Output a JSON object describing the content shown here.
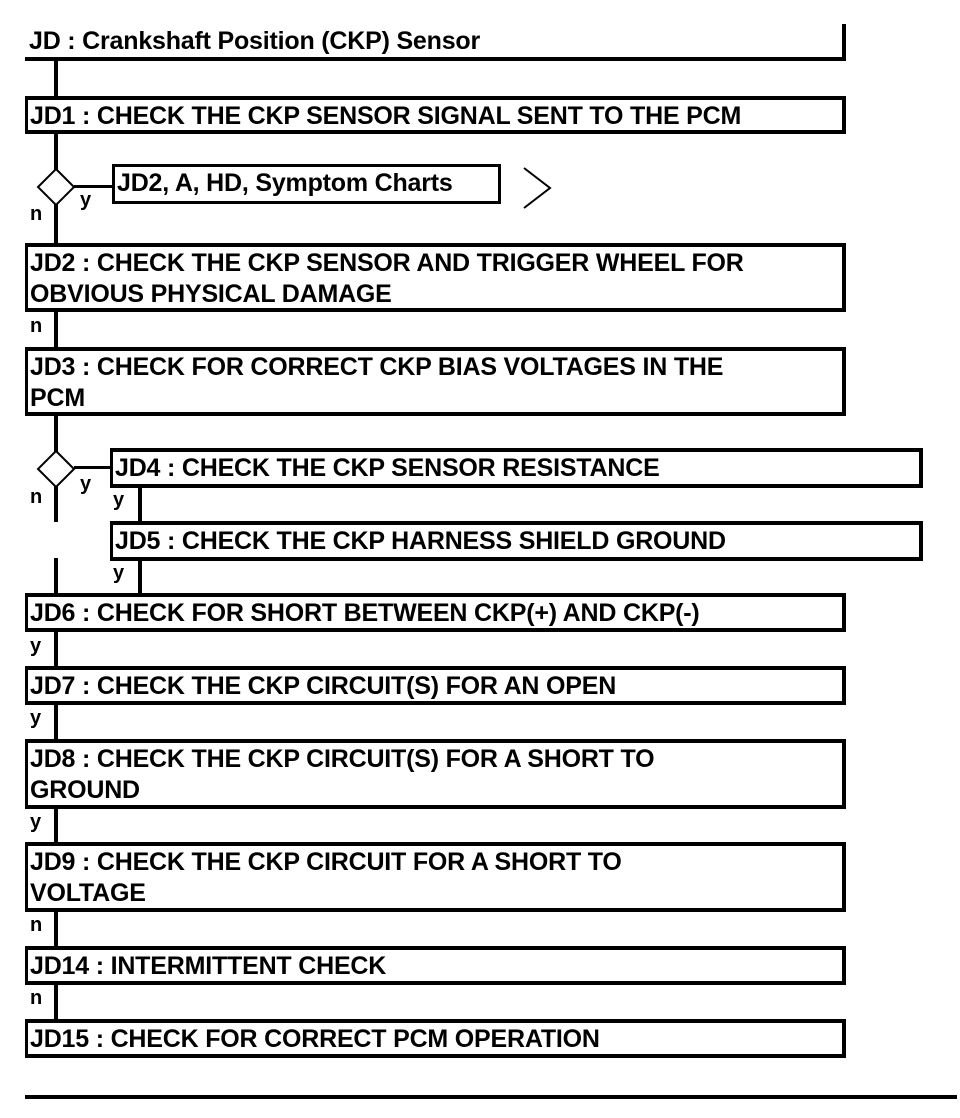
{
  "title": "JD : Crankshaft Position (CKP) Sensor",
  "steps": {
    "jd1": "JD1 : CHECK THE CKP SENSOR SIGNAL SENT TO THE PCM",
    "jd1_yes": "JD2, A, HD, Symptom Charts",
    "jd2_line1": "JD2 : CHECK THE CKP SENSOR AND TRIGGER WHEEL FOR",
    "jd2_line2": "OBVIOUS PHYSICAL DAMAGE",
    "jd3_line1": "JD3 : CHECK FOR CORRECT CKP BIAS VOLTAGES IN THE",
    "jd3_line2": "PCM",
    "jd4": "JD4 : CHECK THE CKP SENSOR RESISTANCE",
    "jd5": "JD5 : CHECK THE CKP HARNESS SHIELD GROUND",
    "jd6": "JD6 : CHECK FOR SHORT BETWEEN CKP(+) AND CKP(-)",
    "jd7": "JD7 : CHECK THE CKP CIRCUIT(S) FOR AN OPEN",
    "jd8_line1": "JD8 : CHECK THE CKP CIRCUIT(S) FOR A SHORT TO",
    "jd8_line2": "GROUND",
    "jd9_line1": "JD9 : CHECK THE CKP CIRCUIT FOR A SHORT TO",
    "jd9_line2": "VOLTAGE",
    "jd14": "JD14 : INTERMITTENT CHECK",
    "jd15": "JD15 : CHECK FOR CORRECT PCM OPERATION"
  },
  "labels": {
    "n": "n",
    "y": "y"
  }
}
